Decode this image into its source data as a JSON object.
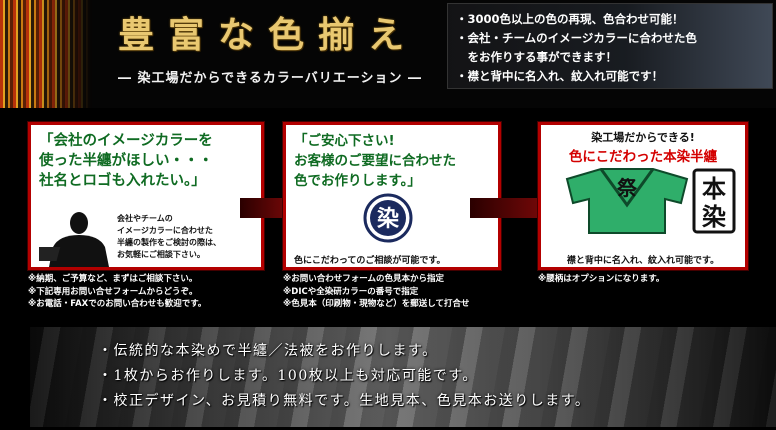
{
  "header": {
    "title": "豊富な色揃え",
    "subtitle": "― 染工場だからできるカラーバリエーション ―",
    "info_points": [
      "・3000色以上の色の再現、色合わせ可能！",
      "・会社・チームのイメージカラーに合わせた色",
      "　をお作りする事ができます！",
      "・襟と背中に名入れ、紋入れ可能です！"
    ]
  },
  "panels": [
    {
      "quote": [
        "「会社のイメージカラーを",
        "使った半纏がほしい・・・",
        "社名とロゴも入れたい。」"
      ],
      "small": [
        "会社やチームの",
        "イメージカラーに合わせた",
        "半纏の製作をご検討の際は、",
        "お気軽にご相談下さい。"
      ]
    },
    {
      "quote": [
        "「ご安心下さい!",
        "お客様のご要望に合わせた",
        "色でお作りします。」"
      ],
      "seal_char": "染",
      "footer": "色にこだわってのご相談が可能です。"
    },
    {
      "top": "染工場だからできる!",
      "headline": "色にこだわった本染半纏",
      "happi_char": "祭",
      "honzome_label": [
        "本",
        "染"
      ],
      "footer": "襟と背中に名入れ、紋入れ可能です。"
    }
  ],
  "notes": [
    [
      "※納期、ご予算など、まずはご相談下さい。",
      "※下記専用お問い合せフォームからどうぞ。",
      "※お電話・FAXでのお問い合わせも歓迎です。"
    ],
    [
      "※お問い合わせフォームの色見本から指定",
      "※DICや全染研カラーの番号で指定",
      "※色見本（印刷物・現物など）を郵送して打合せ"
    ],
    [
      "※腰柄はオプションになります。"
    ]
  ],
  "bottom": {
    "items": [
      "・伝統的な本染めで半纏／法被をお作りします。",
      "・1枚からお作りします。100枚以上も対応可能です。",
      "・校正デザイン、お見積り無料です。生地見本、色見本お送りします。"
    ]
  },
  "colors": {
    "title_gold": "#e9c871",
    "frame_red": "#b30000",
    "quote_green": "#0f6b22",
    "headline_red": "#d40000",
    "happi_green": "#2fae6a",
    "seal_navy": "#1b2a5e"
  }
}
